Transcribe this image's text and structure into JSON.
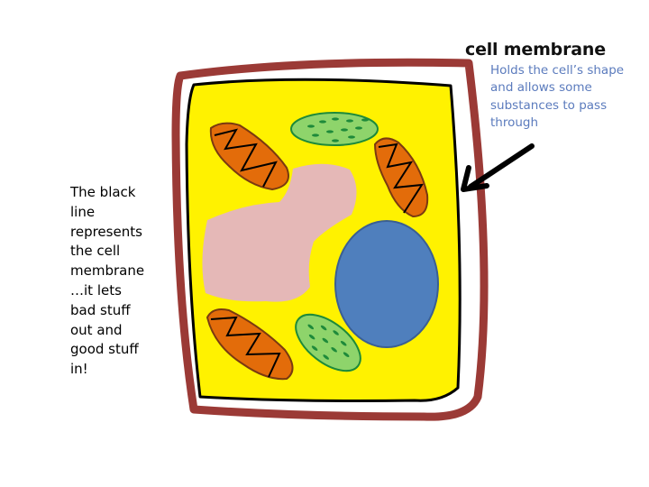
{
  "callout": {
    "title": "cell membrane",
    "description_lines": [
      "Holds the cell’s shape",
      "and allows some",
      "substances to pass",
      "through"
    ]
  },
  "side_note": {
    "lines": [
      "The black",
      "line",
      "represents",
      "the cell",
      "membrane",
      "…it lets",
      "bad stuff",
      "out and",
      "good stuff",
      "in!"
    ]
  },
  "colors": {
    "cell_wall": "#9b3a36",
    "cytoplasm": "#fff200",
    "membrane": "#000000",
    "nucleus": "#4f7fbd",
    "vacuole": "#e5b8b7",
    "chloroplast": "#8ed46b",
    "mitochondria": "#e36c0a",
    "arrow": "#000000",
    "description_text": "#5b7bbd"
  }
}
